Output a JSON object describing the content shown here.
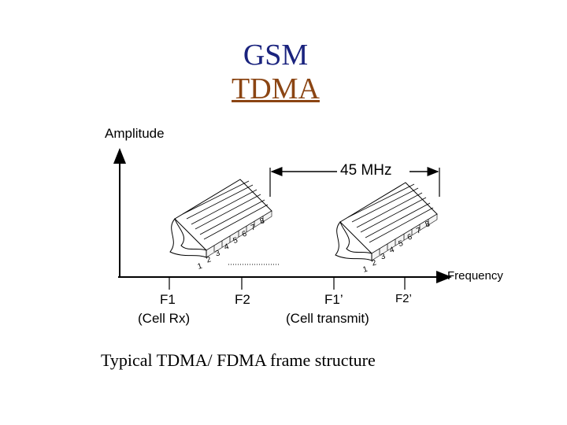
{
  "title": "GSM",
  "subtitle": "TDMA",
  "y_axis_label": "Amplitude",
  "x_axis_label": "Frequency",
  "bandwidth_label": "45 MHz",
  "slot_numbers": [
    "1",
    "2",
    "3",
    "4",
    "5",
    "6",
    "7",
    "8"
  ],
  "freq_labels": {
    "f1": "F1",
    "f1_desc": "(Cell Rx)",
    "f2": "F2",
    "f1p": "F1’",
    "f1p_desc": "(Cell transmit)",
    "f2p": "F2’"
  },
  "caption": "Typical TDMA/ FDMA frame structure"
}
